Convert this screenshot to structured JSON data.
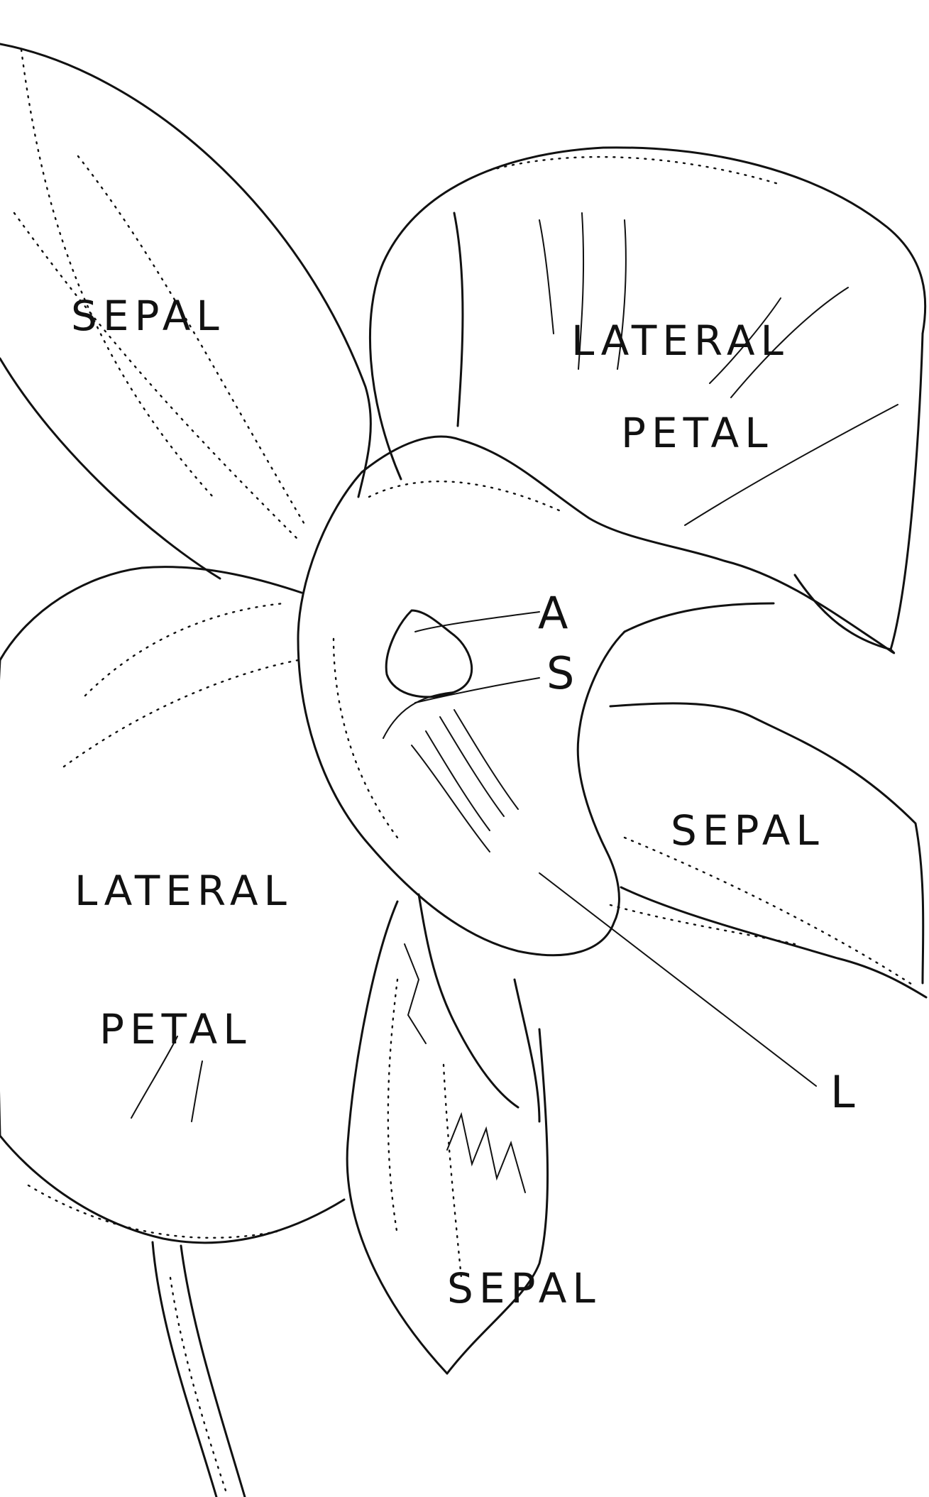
{
  "labels": {
    "sepal_top_left": "SEPAL",
    "lateral_petal_right_line1": "LATERAL",
    "lateral_petal_right_line2": "PETAL",
    "sepal_right": "SEPAL",
    "lateral_petal_left_line1": "LATERAL",
    "lateral_petal_left_line2": "PETAL",
    "sepal_bottom": "SEPAL",
    "letter_a": "A",
    "letter_s": "S",
    "letter_l": "L"
  },
  "colors": {
    "ink": "#111111",
    "paper": "#ffffff"
  }
}
